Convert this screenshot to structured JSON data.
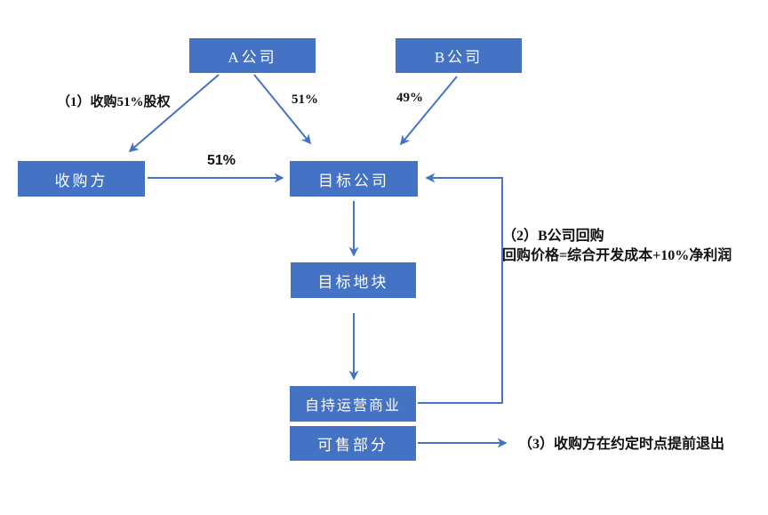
{
  "diagram": {
    "type": "flowchart",
    "topic": "acquisition-structure",
    "colors": {
      "box_fill": "#4472C4",
      "box_text": "#FFFFFF",
      "arrow": "#4573C7",
      "label_text": "#111111",
      "background": "#FFFFFF"
    },
    "nodes": {
      "company_a": "A公司",
      "company_b": "B公司",
      "acquirer": "收购方",
      "target_company": "目标公司",
      "target_land": "目标地块",
      "self_held_commercial": "自持运营商业",
      "saleable_portion": "可售部分"
    },
    "edge_labels": {
      "step1": "（1）收购51%股权",
      "a_to_target_pct": "51%",
      "b_to_target_pct": "49%",
      "acquirer_to_target_pct": "51%",
      "step2_line1": "（2）B公司回购",
      "step2_line2": "回购价格=综合开发成本+10%净利润",
      "step3": "（3）收购方在约定时点提前退出"
    }
  }
}
